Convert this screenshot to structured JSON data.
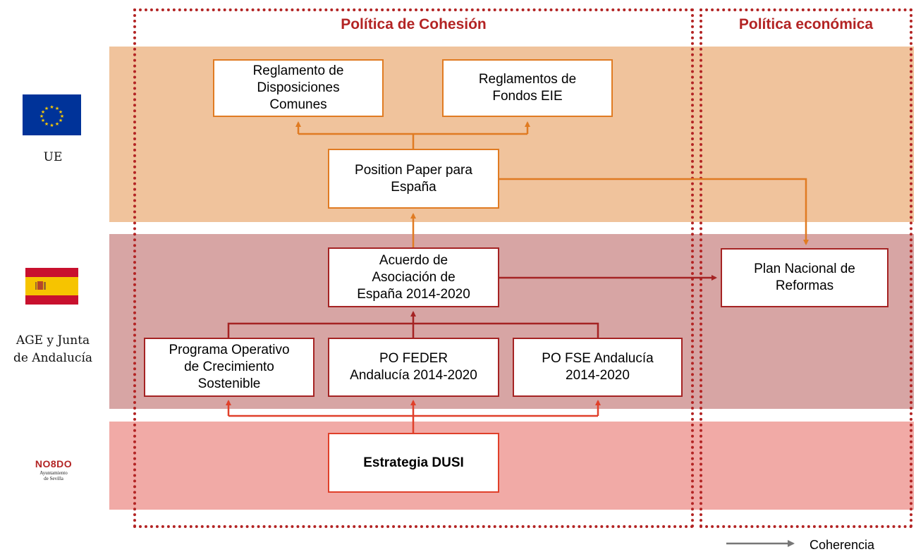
{
  "sections": {
    "cohesion_title": "Política de Cohesión",
    "economic_title": "Política económica"
  },
  "levels": {
    "ue": "UE",
    "age_line1": "AGE y Junta",
    "age_line2": "de Andalucía"
  },
  "logo": {
    "name": "NO8DO",
    "line1": "Ayuntamiento",
    "line2": "de Sevilla"
  },
  "boxes": {
    "rdc": [
      "Reglamento de",
      "Disposiciones",
      "Comunes"
    ],
    "fondos": [
      "Reglamentos de",
      "Fondos EIE"
    ],
    "position": [
      "Position Paper para",
      "España"
    ],
    "acuerdo": [
      "Acuerdo de",
      "Asociación de",
      "España 2014-2020"
    ],
    "plan": [
      "Plan Nacional de",
      "Reformas"
    ],
    "poc": [
      "Programa Operativo",
      "de Crecimiento",
      "Sostenible"
    ],
    "feder": [
      "PO FEDER",
      "Andalucía 2014-2020"
    ],
    "fse": [
      "PO FSE Andalucía",
      "2014-2020"
    ],
    "dusi": "Estrategia DUSI"
  },
  "legend": {
    "label": "Coherencia"
  },
  "colors": {
    "orange": "#e07b22",
    "dark_red": "#a52323",
    "red": "#e0402a",
    "section_title": "#b32424"
  }
}
